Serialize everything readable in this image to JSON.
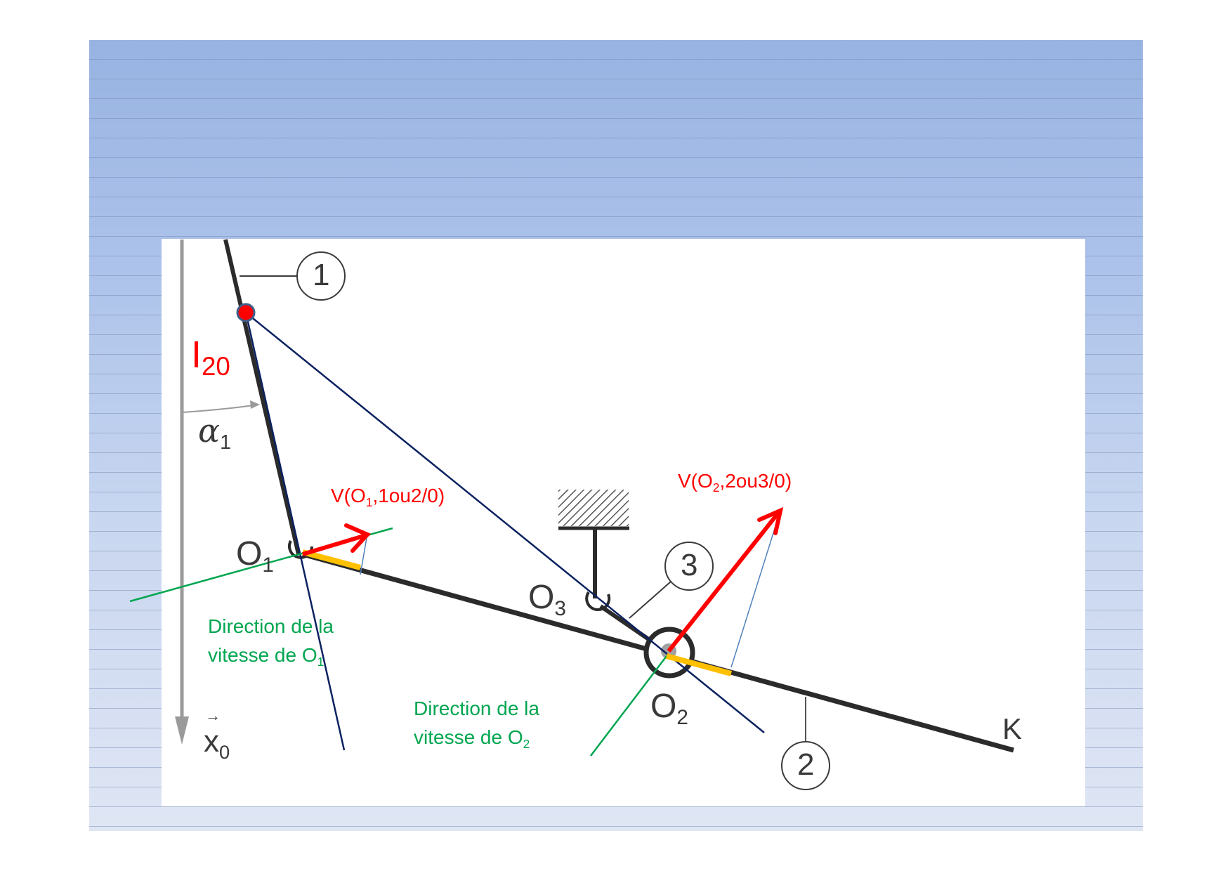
{
  "slide": {
    "colors": {
      "background_top": "#98b3e2",
      "background_bottom": "#dfe6f4",
      "panel": "#ffffff",
      "mechanism": "#2b2b2b",
      "construction_line": "#0b2160",
      "velocity_vector": "#ff0000",
      "velocity_direction": "#00a650",
      "projection": "#ffc000",
      "projection_line": "#4f81bd",
      "point_marker": "#ff0000"
    }
  },
  "diagram": {
    "labels": {
      "part_1": "1",
      "part_2": "2",
      "part_3": "3",
      "point_o1": {
        "main": "O",
        "sub": "1"
      },
      "point_o2": {
        "main": "O",
        "sub": "2"
      },
      "point_o3": {
        "main": "O",
        "sub": "3"
      },
      "point_k": "K",
      "angle_alpha": {
        "main": "α",
        "sub": "1"
      },
      "axis_x0": {
        "main": "x",
        "sub": "0",
        "arrow": "→"
      },
      "icr_i20": {
        "main": "I",
        "sub": "20"
      }
    },
    "annotations": {
      "v_o1": {
        "prefix": "V(O",
        "sub": "1",
        "suffix": ",1ou2/0)"
      },
      "v_o2": {
        "prefix": "V(O",
        "sub": "2",
        "suffix": ",2ou3/0)"
      },
      "dir_o1": {
        "line1": "Direction de la",
        "line2_prefix": "vitesse de O",
        "line2_sub": "1"
      },
      "dir_o2": {
        "line1": "Direction de la",
        "line2_prefix": "vitesse de O",
        "line2_sub": "2"
      }
    }
  }
}
